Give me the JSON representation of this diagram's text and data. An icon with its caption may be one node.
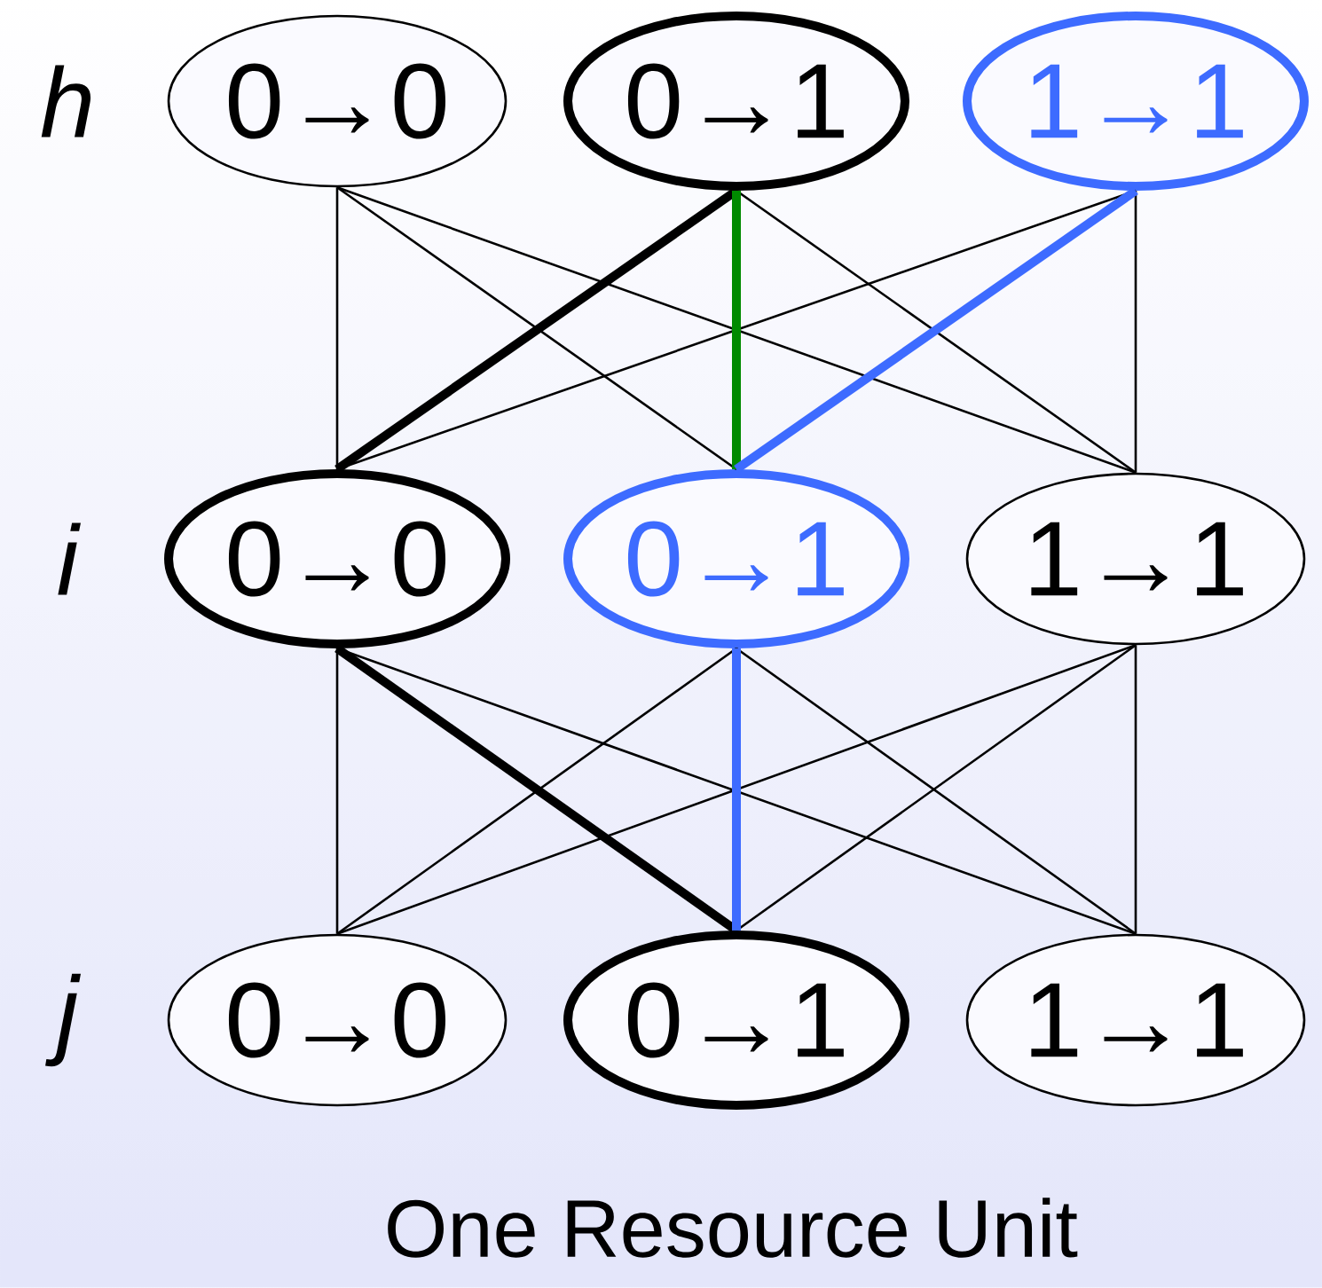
{
  "diagram": {
    "caption": "One Resource Unit",
    "nodes": [
      {
        "text": [
          "0→0"
        ]
      },
      {
        "text": [
          "0→1"
        ]
      },
      {
        "text": [
          "1→1"
        ]
      },
      {
        "text": [
          "0→0"
        ]
      },
      {
        "text": [
          "0→1"
        ]
      },
      {
        "text": [
          "1→1"
        ]
      },
      {
        "text": [
          "0→0"
        ]
      },
      {
        "text": [
          "0→1"
        ]
      },
      {
        "text": [
          "1→1"
        ]
      }
    ],
    "edges": [
      {
        "from": 0,
        "to": 3,
        "arrow": "none"
      },
      {
        "from": 0,
        "to": 4,
        "arrow": "none"
      },
      {
        "from": 0,
        "to": 5,
        "arrow": "none"
      },
      {
        "from": 1,
        "to": 3,
        "arrow": "none",
        "style": "thick"
      },
      {
        "from": 1,
        "to": 4,
        "arrow": "none",
        "style": "thick",
        "color": "#008a00"
      },
      {
        "from": 1,
        "to": 5,
        "arrow": "none"
      },
      {
        "from": 2,
        "to": 3,
        "arrow": "none"
      },
      {
        "from": 2,
        "to": 4,
        "arrow": "none",
        "style": "thick",
        "color": "#3d6bff"
      },
      {
        "from": 2,
        "to": 5,
        "arrow": "none"
      },
      {
        "from": 3,
        "to": 6,
        "arrow": "none"
      },
      {
        "from": 3,
        "to": 7,
        "arrow": "none",
        "style": "thick"
      },
      {
        "from": 3,
        "to": 8,
        "arrow": "none"
      },
      {
        "from": 4,
        "to": 6,
        "arrow": "none"
      },
      {
        "from": 4,
        "to": 7,
        "arrow": "none",
        "style": "thick",
        "color": "#3d6bff"
      },
      {
        "from": 4,
        "to": 8,
        "arrow": "none"
      },
      {
        "from": 5,
        "to": 6,
        "arrow": "none"
      },
      {
        "from": 5,
        "to": 7,
        "arrow": "none"
      },
      {
        "from": 5,
        "to": 8,
        "arrow": "none"
      }
    ],
    "labels": [
      "h",
      "i",
      "j"
    ]
  }
}
